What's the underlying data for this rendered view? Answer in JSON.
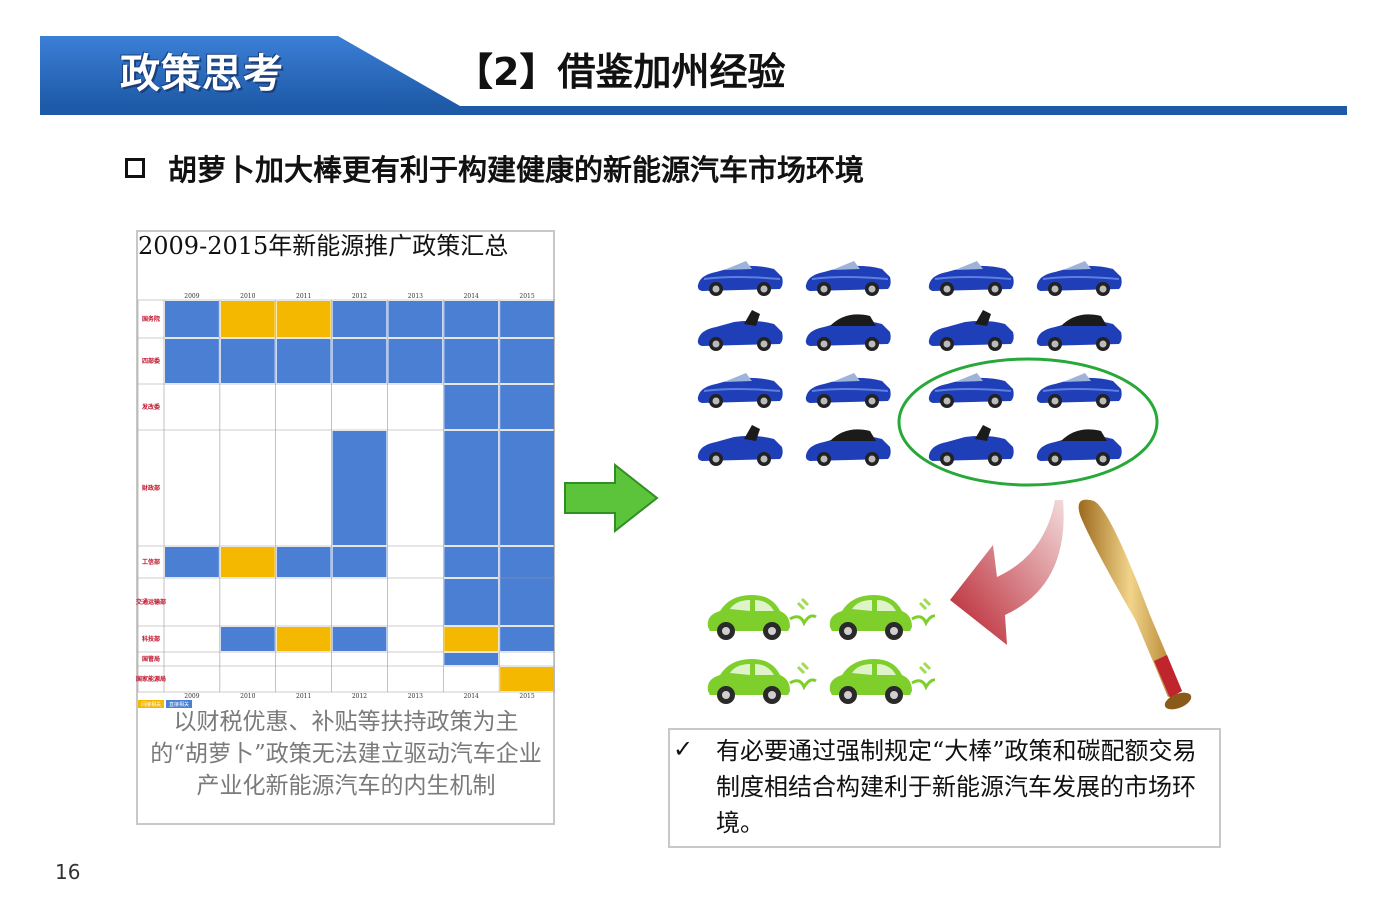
{
  "header": {
    "section_label": "政策思考",
    "title": "【2】借鉴加州经验"
  },
  "subtitle": "胡萝卜加大棒更有利于构建健康的新能源汽车市场环境",
  "left_panel": {
    "table_caption": "2009-2015年新能源推广政策汇总",
    "table": {
      "years": [
        "2009",
        "2010",
        "2011",
        "2012",
        "2013",
        "2014",
        "2015"
      ],
      "rows": [
        "国务院",
        "四部委",
        "发改委",
        "财政部",
        "工信部",
        "交通运输部",
        "科技部",
        "国管局",
        "国家能源局"
      ],
      "legend": [
        "间接相关",
        "直接相关"
      ]
    },
    "summary": "以财税优惠、补贴等扶持政策为主的“胡萝卜”政策无法建立驱动汽车企业产业化新能源汽车的内生机制"
  },
  "right_panel": {
    "check": "✓",
    "text": "有必要通过强制规定“大棒”政策和碳配额交易制度相结合构建利于新能源汽车发展的市场环境。"
  },
  "colors": {
    "banner_blue": "#1e5aa8",
    "table_blue": "#4a7fd4",
    "table_yellow": "#f5b800",
    "row_label_red": "#c0142d",
    "arrow_green": "#5cc43a",
    "ellipse_green": "#27a839",
    "arrow_red": "#c8333a"
  },
  "icons": [
    "blue-convertible-car-icon",
    "green-electric-car-icon",
    "baseball-bat-icon",
    "right-arrow-icon",
    "curved-arrow-icon",
    "checkmark-icon"
  ],
  "page_number": "16"
}
